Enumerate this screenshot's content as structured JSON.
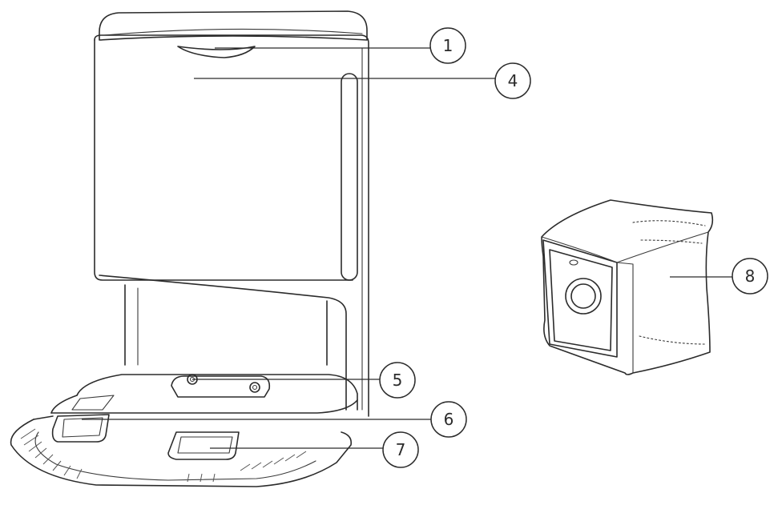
{
  "callouts": [
    {
      "label": "1"
    },
    {
      "label": "4"
    },
    {
      "label": "5"
    },
    {
      "label": "6"
    },
    {
      "label": "7"
    },
    {
      "label": "8"
    }
  ],
  "colors": {
    "line": "#2b2b2b",
    "background": "#ffffff"
  }
}
